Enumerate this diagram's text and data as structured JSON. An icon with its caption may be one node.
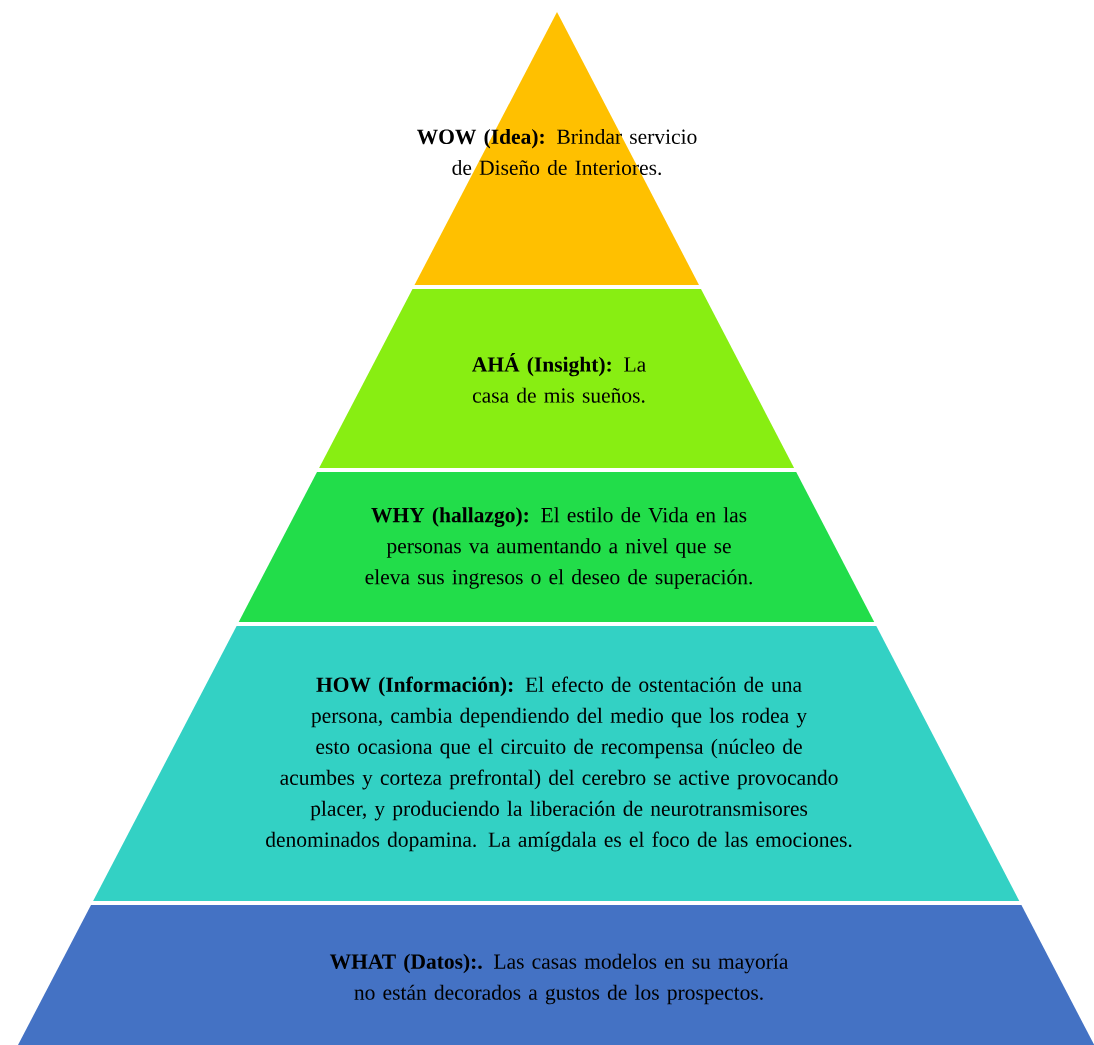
{
  "diagram": {
    "nodes": [
      {
        "text": [
          "**WOW (Idea):** Brindar servicio de Diseño de Interiores."
        ]
      },
      {
        "text": [
          "**AHÁ (Insight):** La casa de mis sueños."
        ]
      },
      {
        "text": [
          "**WHY (hallazgo):** El estilo de Vida en las personas va aumentando a nivel que se eleva sus ingresos o el deseo de superación."
        ]
      },
      {
        "text": [
          "**HOW (Información):** El efecto de ostentación de una persona, cambia dependiendo del medio que los rodea y esto ocasiona que el circuito de recompensa (núcleo de acumbes y corteza prefrontal) del cerebro se active provocando placer, y produciendo la liberación de neurotransmisores denominados dopamina. La amígdala es el foco de las emociones."
        ]
      },
      {
        "text": [
          "**WHAT (Datos):.** Las casas modelos en su mayoría no están decorados a gustos de los prospectos."
        ]
      }
    ]
  }
}
